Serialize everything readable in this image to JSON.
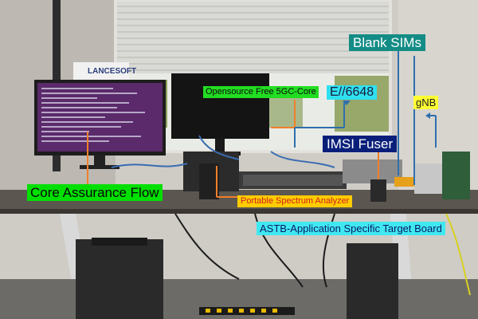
{
  "photo": {
    "logo_text": "LANCESOFT"
  },
  "labels": {
    "core_assurance": {
      "text": "Core Assurance Flow",
      "bg": "#00e000",
      "fg": "#0a0a0a"
    },
    "open5gs": {
      "text": "Opensource Free 5GC-Core",
      "bg": "#22dd22",
      "fg": "#0a0a0a"
    },
    "e6648": {
      "text": "E//6648",
      "bg": "#2fe0f0",
      "fg": "#1a1a3a"
    },
    "blank_sims": {
      "text": "Blank SIMs",
      "bg": "#138c86",
      "fg": "#ffffff"
    },
    "gnb": {
      "text": "gNB",
      "bg": "#ffff33",
      "fg": "#1a1a1a"
    },
    "imsi": {
      "text": "IMSI Fuser",
      "bg": "#0a1f7a",
      "fg": "#ffffff"
    },
    "spectrum": {
      "text": "Portable Spectrum Analyzer",
      "bg": "#ffcc00",
      "fg": "#d02020"
    },
    "astb": {
      "text": "ASTB-Application Specific Target Board",
      "bg": "#40e8f0",
      "fg": "#0a1a6a"
    }
  },
  "colors": {
    "pointer_orange": "#f07f2a",
    "pointer_blue": "#2f6fae"
  }
}
